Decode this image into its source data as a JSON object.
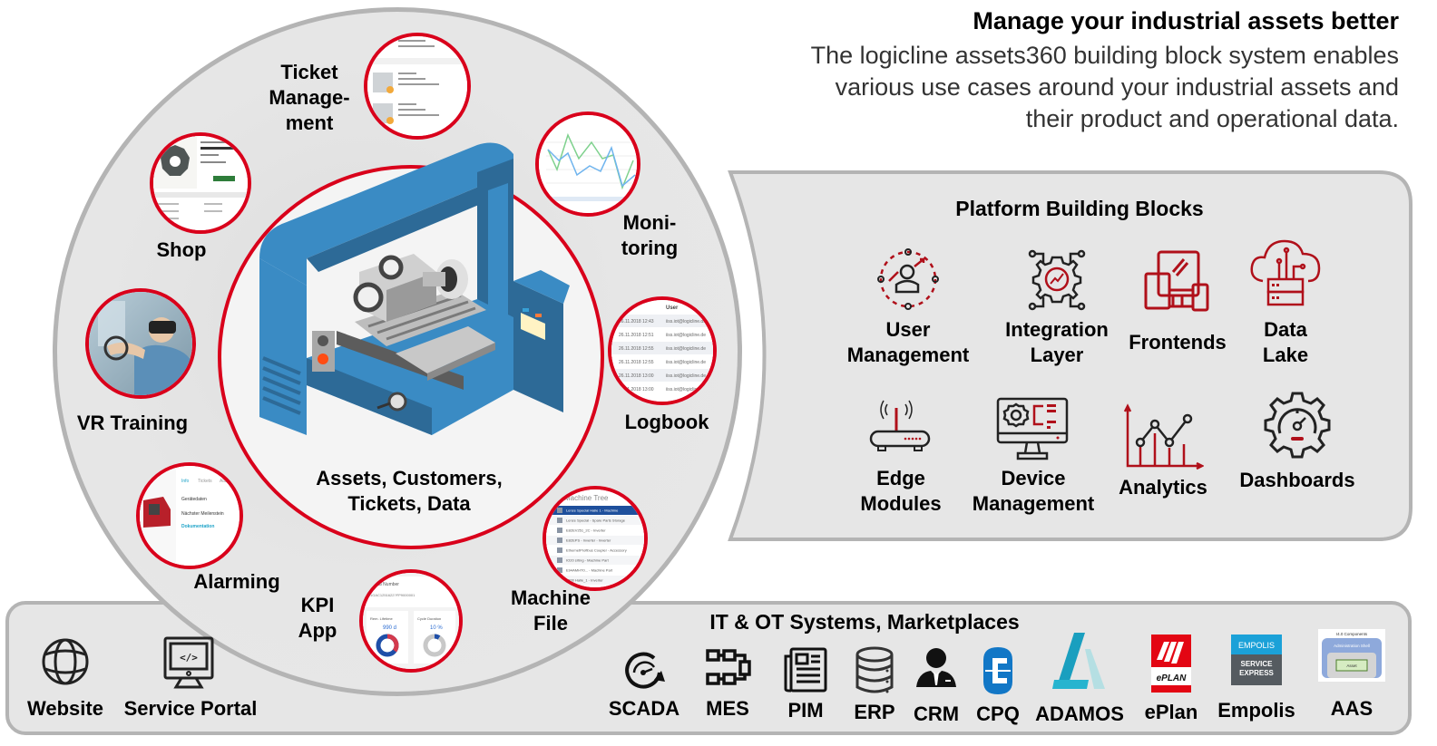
{
  "header": {
    "title": "Manage your industrial assets better",
    "subtitle_lines": [
      "The logicline assets360 building block system enables",
      "various use cases around your industrial assets and",
      "their product and operational data."
    ]
  },
  "core": {
    "center_label_lines": [
      "Assets, Customers,",
      "Tickets, Data"
    ],
    "use_cases": [
      {
        "id": "ticket-management",
        "label_lines": [
          "Ticket",
          "Manage-",
          "ment"
        ]
      },
      {
        "id": "monitoring",
        "label_lines": [
          "Moni-",
          "toring"
        ]
      },
      {
        "id": "logbook",
        "label_lines": [
          "Logbook"
        ]
      },
      {
        "id": "machine-file",
        "label_lines": [
          "Machine",
          "File"
        ]
      },
      {
        "id": "kpi-app",
        "label_lines": [
          "KPI",
          "App"
        ]
      },
      {
        "id": "alarming",
        "label_lines": [
          "Alarming"
        ]
      },
      {
        "id": "vr-training",
        "label_lines": [
          "VR Training"
        ]
      },
      {
        "id": "shop",
        "label_lines": [
          "Shop"
        ]
      }
    ],
    "thumbnails": {
      "logbook": {
        "header": "User",
        "rows": [
          {
            "time": "26.11.2018 12:43",
            "user": "iiss.iot@logicline.de"
          },
          {
            "time": "26.11.2018 12:51",
            "user": "iiss.iot@logicline.de"
          },
          {
            "time": "26.11.2018 12:55",
            "user": "iiss.iot@logicline.de"
          },
          {
            "time": "26.11.2018 12:55",
            "user": "iiss.iot@logicline.de"
          },
          {
            "time": "26.11.2018 13:00",
            "user": "iiss.iot@logicline.de"
          },
          {
            "time": "26.11.2018 13:00",
            "user": "iiss.iot@logicline.de"
          }
        ]
      },
      "kpi": {
        "section": "Serial Number",
        "serial": "1GAC1251622?FP9000001",
        "cards": [
          {
            "label": "Rem. Lifetime",
            "value": "990 d"
          },
          {
            "label": "Cycle Duration",
            "value": "10 %"
          }
        ]
      },
      "alarming": {
        "tabs": [
          "Info",
          "Tickets",
          "Alarms"
        ],
        "items": [
          "Gerätedaten",
          "Nächster Meilenstein",
          "Dokumentation"
        ]
      },
      "machine_file": {
        "title": "Machine Tree",
        "rows": [
          "Lenze Special Halle 1 - Machine",
          "Lenze Special - Spare Parts Storage",
          "E82EV251_2C - Inverter",
          "E82EPS - Inverter - Inverter",
          "EthernetProfibus Coupler - Accessory",
          "IO20 srting - Machine Part",
          "E94AMHT0... - Machine Part",
          "9300 Halle_1 - Inverter"
        ]
      }
    }
  },
  "platform": {
    "title": "Platform Building Blocks",
    "blocks": [
      {
        "id": "user-management",
        "icon": "user-management-icon",
        "label_lines": [
          "User",
          "Management"
        ]
      },
      {
        "id": "integration-layer",
        "icon": "integration-gear-icon",
        "label_lines": [
          "Integration",
          "Layer"
        ]
      },
      {
        "id": "frontends",
        "icon": "devices-icon",
        "label_lines": [
          "Frontends"
        ]
      },
      {
        "id": "data-lake",
        "icon": "cloud-database-icon",
        "label_lines": [
          "Data",
          "Lake"
        ]
      },
      {
        "id": "edge-modules",
        "icon": "router-icon",
        "label_lines": [
          "Edge",
          "Modules"
        ]
      },
      {
        "id": "device-management",
        "icon": "monitor-gear-icon",
        "label_lines": [
          "Device",
          "Management"
        ]
      },
      {
        "id": "analytics",
        "icon": "line-chart-icon",
        "label_lines": [
          "Analytics"
        ]
      },
      {
        "id": "dashboards",
        "icon": "gauge-gear-icon",
        "label_lines": [
          "Dashboards"
        ]
      }
    ]
  },
  "channels": [
    {
      "id": "website",
      "icon": "globe-icon",
      "label": "Website"
    },
    {
      "id": "service-portal",
      "icon": "code-monitor-icon",
      "label": "Service Portal"
    }
  ],
  "systems": {
    "title": "IT & OT Systems, Marketplaces",
    "items": [
      {
        "id": "scada",
        "icon": "speedometer-icon",
        "label": "SCADA"
      },
      {
        "id": "mes",
        "icon": "flow-blocks-icon",
        "label": "MES"
      },
      {
        "id": "pim",
        "icon": "newspaper-icon",
        "label": "PIM"
      },
      {
        "id": "erp",
        "icon": "database-icon",
        "label": "ERP"
      },
      {
        "id": "crm",
        "icon": "businessman-icon",
        "label": "CRM"
      },
      {
        "id": "cpq",
        "icon": "cpq-logo-icon",
        "label": "CPQ"
      },
      {
        "id": "adamos",
        "icon": "adamos-logo-icon",
        "label": "ADAMOS"
      },
      {
        "id": "eplan",
        "icon": "eplan-logo-icon",
        "label": "ePlan",
        "logo_text": "ePLAN"
      },
      {
        "id": "empolis",
        "icon": "empolis-logo-icon",
        "label": "Empolis",
        "logo_top": "EMPOLIS",
        "logo_bottom_lines": [
          "SERVICE",
          "EXPRESS"
        ]
      },
      {
        "id": "aas",
        "icon": "aas-diagram-icon",
        "label": "AAS",
        "diagram": {
          "top": "I4.0 Components",
          "shell": "Administration Shell",
          "asset": "Asset"
        }
      }
    ]
  },
  "colors": {
    "accent_red": "#d9001b",
    "panel_gray": "#e6e6e6",
    "border_gray": "#b4b4b4",
    "machine_blue": "#3a8bc4",
    "machine_blue_dark": "#2d6a97",
    "empolis_blue": "#1ba1d8",
    "adamos_teal": "#1a9fbf",
    "cpq_blue": "#1277c6"
  }
}
